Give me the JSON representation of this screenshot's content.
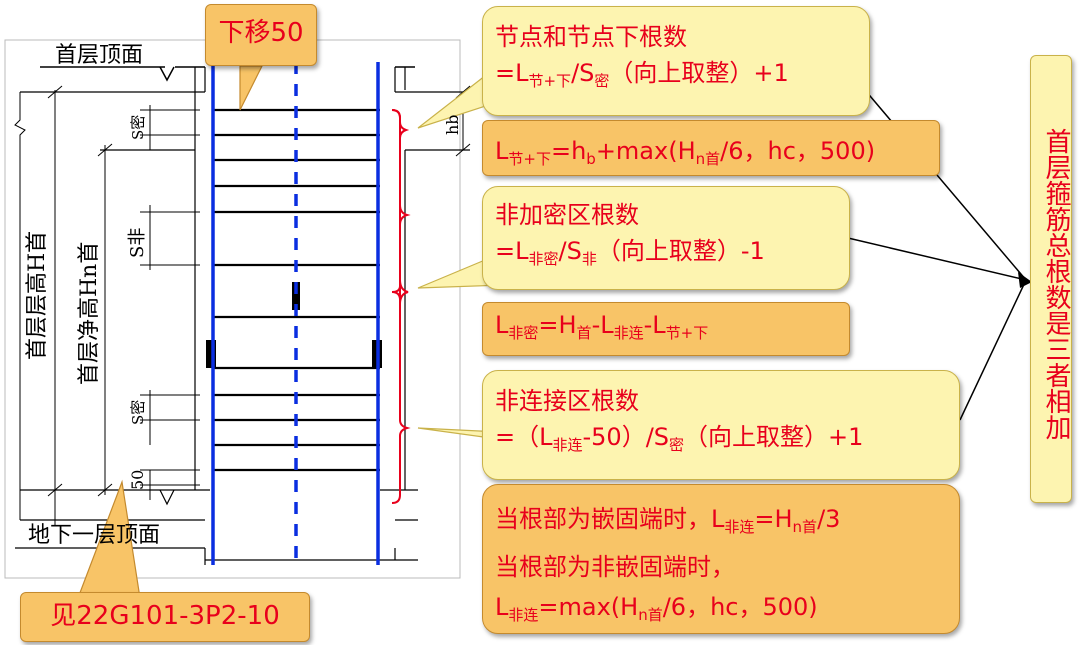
{
  "drawing": {
    "top_floor_label": "首层顶面",
    "bottom_floor_label": "地下一层顶面",
    "floor_height_label": "首层层高H首",
    "clear_height_label": "首层净高Hn首",
    "s_dense_top": "S密",
    "s_nondense": "S非",
    "s_dense_bottom": "S密",
    "hb": "hb",
    "offset_50": "50"
  },
  "notes": {
    "move_down": "下移50",
    "reference": "见22G101-3P2-10"
  },
  "callouts": {
    "joint": {
      "title": "节点和节点下根数",
      "pre": "=L",
      "sub": "节+下",
      "mid": "/S",
      "sub2": "密",
      "post": "（向上取整）+1"
    },
    "joint_len": {
      "L": "L",
      "L_sub": "节+下",
      "eq": "=h",
      "h_sub": "b",
      "plus": "+max(H",
      "H_sub": "n首",
      "tail": "/6，hc，500)"
    },
    "nondense": {
      "title": "非加密区根数",
      "pre": "=L",
      "sub": "非密",
      "mid": "/S",
      "sub2": "非",
      "post": "（向上取整）-1"
    },
    "nondense_len": {
      "L": "L",
      "L_sub": "非密",
      "eq": "=H",
      "H_sub": "首",
      "minus1": "-L",
      "L1_sub": "非连",
      "minus2": "-L",
      "L2_sub": "节+下"
    },
    "noncontinuous": {
      "title": "非连接区根数",
      "pre": "=（L",
      "sub": "非连",
      "mid": "-50）/S",
      "sub2": "密",
      "post": "（向上取整）+1"
    },
    "root_case": {
      "line1_pre": "当根部为嵌固端时，L",
      "line1_sub": "非连",
      "line1_mid": "=H",
      "line1_sub2": "n首",
      "line1_post": "/3",
      "line2": "当根部为非嵌固端时，",
      "line3_pre": "L",
      "line3_sub": "非连",
      "line3_mid": "=max(H",
      "line3_sub2": "n首",
      "line3_post": "/6，hc，500)"
    }
  },
  "summary": "首层箍筋总根数是三者相加"
}
